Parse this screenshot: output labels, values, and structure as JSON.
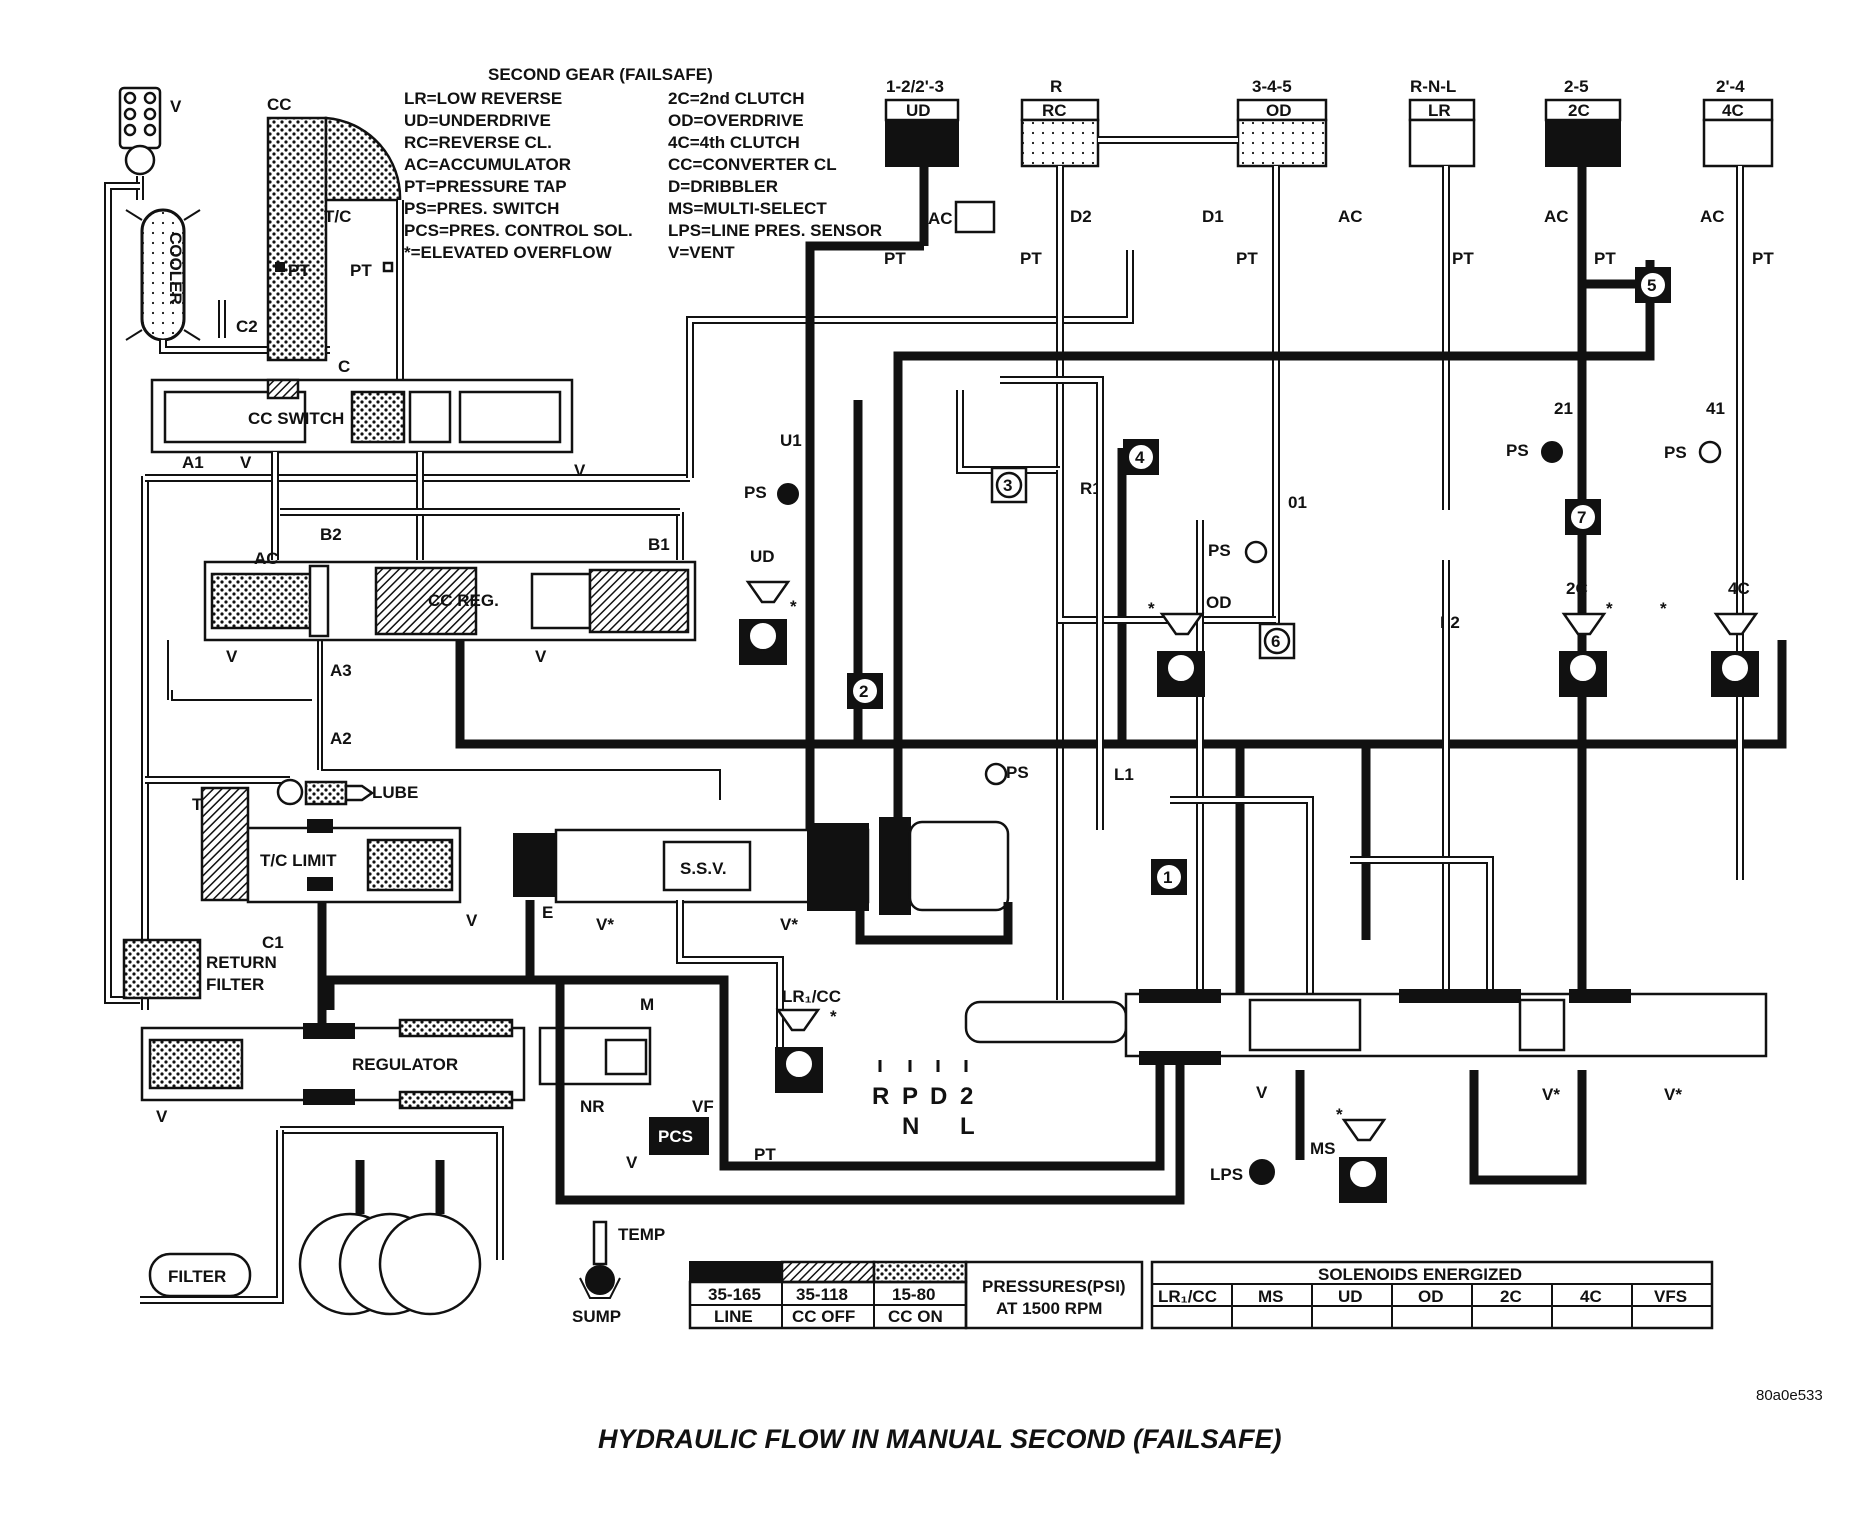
{
  "title": "HYDRAULIC FLOW IN MANUAL SECOND (FAILSAFE)",
  "figure_id": "80a0e533",
  "legend_heading": "SECOND GEAR (FAILSAFE)",
  "abbreviations_left": [
    "LR=LOW REVERSE",
    "UD=UNDERDRIVE",
    "RC=REVERSE CL.",
    "AC=ACCUMULATOR",
    "PT=PRESSURE TAP",
    "PS=PRES. SWITCH",
    "PCS=PRES. CONTROL SOL.",
    "*=ELEVATED OVERFLOW"
  ],
  "abbreviations_right": [
    "2C=2nd CLUTCH",
    "OD=OVERDRIVE",
    "4C=4th CLUTCH",
    "CC=CONVERTER CL",
    "D=DRIBBLER",
    "MS=MULTI-SELECT",
    "LPS=LINE PRES. SENSOR",
    "V=VENT"
  ],
  "clutches": [
    {
      "gear": "1-2/2'-3",
      "name": "UD"
    },
    {
      "gear": "R",
      "name": "RC"
    },
    {
      "gear": "3-4-5",
      "name": "OD"
    },
    {
      "gear": "R-N-L",
      "name": "LR"
    },
    {
      "gear": "2-5",
      "name": "2C"
    },
    {
      "gear": "2'-4",
      "name": "4C"
    }
  ],
  "components": {
    "cc": "CC",
    "tc": "T/C",
    "cooler": "COOLER",
    "cc_switch": "CC SWITCH",
    "cc_reg": "CC REG.",
    "tc_limit": "T/C LIMIT",
    "lube": "LUBE",
    "return_filter": [
      "RETURN",
      "FILTER"
    ],
    "regulator": "REGULATOR",
    "pcs": "PCS",
    "filter": "FILTER",
    "ssv": "S.S.V.",
    "temp": "TEMP",
    "sump": "SUMP",
    "lps": "LPS",
    "ms": "MS"
  },
  "labels": {
    "v": "V",
    "v_star": "V*",
    "pt": "PT",
    "ps": "PS",
    "ac": "AC",
    "c": "C",
    "c2": "C2",
    "c1": "C1",
    "a1": "A1",
    "a2": "A2",
    "a3": "A3",
    "b1": "B1",
    "b2": "B2",
    "t": "T",
    "e": "E",
    "m": "M",
    "nr": "NR",
    "vf": "VF",
    "d1": "D1",
    "d2": "D2",
    "u1": "U1",
    "r1": "R1",
    "o1": "01",
    "l1": "L1",
    "l2": "L2",
    "n21": "21",
    "n41": "41",
    "ud": "UD",
    "od": "OD",
    "c2c": "2C",
    "c4c": "4C",
    "lr_cc": "LR₁/CC",
    "star": "*"
  },
  "check_balls": [
    "1",
    "2",
    "3",
    "4",
    "5",
    "6",
    "7"
  ],
  "shift_positions_top": [
    "R",
    "P",
    "D",
    "2"
  ],
  "shift_positions_bottom": [
    "N",
    "L"
  ],
  "pressure_legend": {
    "ranges": [
      "35-165",
      "35-118",
      "15-80"
    ],
    "names": [
      "LINE",
      "CC OFF",
      "CC ON"
    ],
    "caption": [
      "PRESSURES(PSI)",
      "AT 1500 RPM"
    ]
  },
  "solenoids": {
    "header": "SOLENOIDS ENERGIZED",
    "columns": [
      "LR₁/CC",
      "MS",
      "UD",
      "OD",
      "2C",
      "4C",
      "VFS"
    ]
  },
  "colors": {
    "line": "#111111",
    "background": "#ffffff"
  }
}
